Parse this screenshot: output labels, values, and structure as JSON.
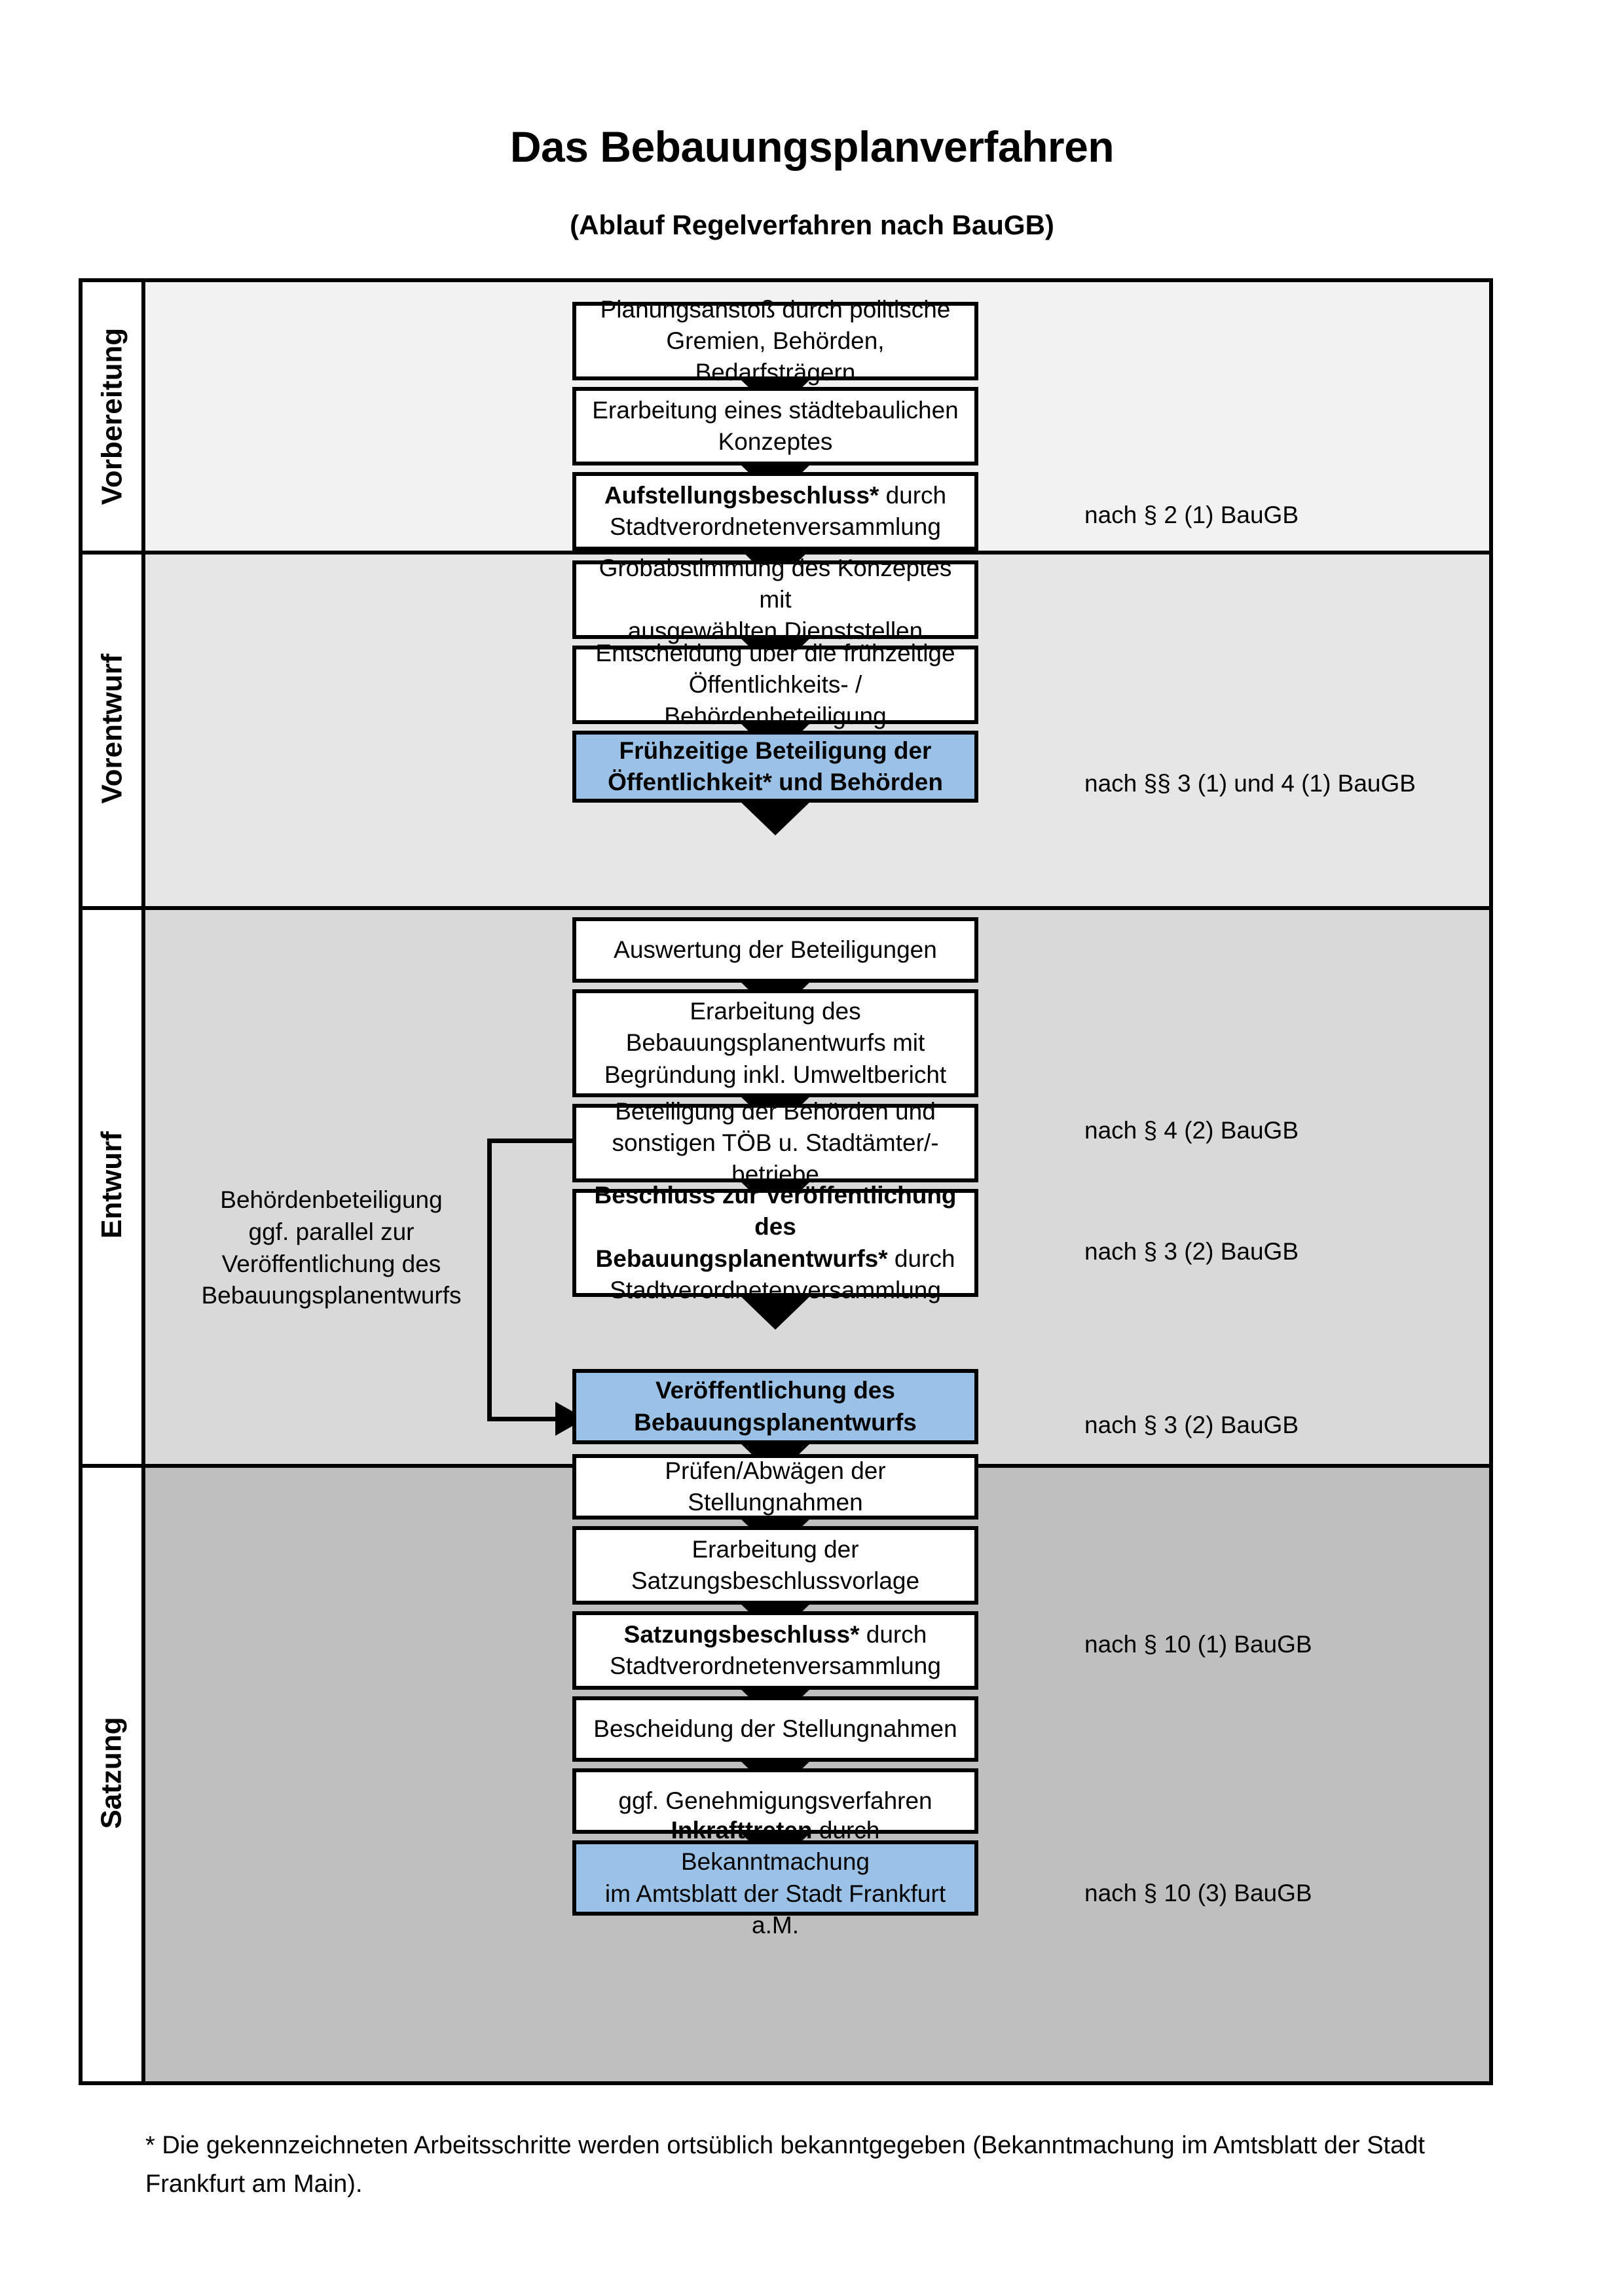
{
  "header": {
    "title": "Das Bebauungsplanverfahren",
    "subtitle": "(Ablauf Regelverfahren nach BauGB)"
  },
  "colors": {
    "highlight_blue": "#9BC2E6",
    "lane_vorbereitung_bg": "#F2F2F2",
    "lane_vorentwurf_bg": "#E6E6E6",
    "lane_entwurf_bg": "#D9D9D9",
    "lane_satzung_bg": "#BFBFBF",
    "box_fill": "#FFFFFF",
    "line": "#000000"
  },
  "lanes": [
    {
      "id": "vorbereitung",
      "label": "Vorbereitung"
    },
    {
      "id": "vorentwurf",
      "label": "Vorentwurf"
    },
    {
      "id": "entwurf",
      "label": "Entwurf"
    },
    {
      "id": "satzung",
      "label": "Satzung"
    }
  ],
  "steps": [
    {
      "id": "planungsanstoss",
      "lane": "vorbereitung",
      "highlight": false,
      "lines": [
        [
          {
            "t": "Planungsanstoß durch politische",
            "b": false
          }
        ],
        [
          {
            "t": "Gremien, Behörden, Bedarfsträgern",
            "b": false
          }
        ]
      ]
    },
    {
      "id": "staedtebauliches-konzept",
      "lane": "vorbereitung",
      "highlight": false,
      "lines": [
        [
          {
            "t": "Erarbeitung eines städtebaulichen",
            "b": false
          }
        ],
        [
          {
            "t": "Konzeptes",
            "b": false
          }
        ]
      ]
    },
    {
      "id": "aufstellungsbeschluss",
      "lane": "vorbereitung",
      "highlight": false,
      "lines": [
        [
          {
            "t": "Aufstellungsbeschluss*",
            "b": true
          },
          {
            "t": " durch",
            "b": false
          }
        ],
        [
          {
            "t": "Stadtverordnetenversammlung",
            "b": false
          }
        ]
      ]
    },
    {
      "id": "grobabstimmung",
      "lane": "vorentwurf",
      "highlight": false,
      "lines": [
        [
          {
            "t": "Grobabstimmung des Konzeptes mit",
            "b": false
          }
        ],
        [
          {
            "t": "ausgewählten Dienststellen",
            "b": false
          }
        ]
      ]
    },
    {
      "id": "entscheidung-fruehzeitige-beteiligung",
      "lane": "vorentwurf",
      "highlight": false,
      "lines": [
        [
          {
            "t": "Entscheidung über die frühzeitige",
            "b": false
          }
        ],
        [
          {
            "t": "Öffentlichkeits- / Behördenbeteiligung",
            "b": false
          }
        ]
      ]
    },
    {
      "id": "fruehzeitige-beteiligung",
      "lane": "vorentwurf",
      "highlight": true,
      "lines": [
        [
          {
            "t": "Frühzeitige Beteiligung der",
            "b": true
          }
        ],
        [
          {
            "t": "Öffentlichkeit* und Behörden",
            "b": true
          }
        ]
      ]
    },
    {
      "id": "auswertung-beteiligungen",
      "lane": "entwurf",
      "highlight": false,
      "lines": [
        [
          {
            "t": "Auswertung der Beteiligungen",
            "b": false
          }
        ]
      ]
    },
    {
      "id": "erarbeitung-bplanentwurf",
      "lane": "entwurf",
      "highlight": false,
      "lines": [
        [
          {
            "t": "Erarbeitung des",
            "b": false
          }
        ],
        [
          {
            "t": "Bebauungsplanentwurfs mit",
            "b": false
          }
        ],
        [
          {
            "t": "Begründung inkl. Umweltbericht",
            "b": false
          }
        ]
      ]
    },
    {
      "id": "beteiligung-behoerden-toeb",
      "lane": "entwurf",
      "highlight": false,
      "lines": [
        [
          {
            "t": "Beteiligung der Behörden und",
            "b": false
          }
        ],
        [
          {
            "t": "sonstigen TÖB u. Stadtämter/-betriebe",
            "b": false
          }
        ]
      ]
    },
    {
      "id": "beschluss-veroeffentlichung",
      "lane": "entwurf",
      "highlight": false,
      "lines": [
        [
          {
            "t": "Beschluss zur Veröffentlichung des",
            "b": true
          }
        ],
        [
          {
            "t": "Bebauungsplanentwurfs*",
            "b": true
          },
          {
            "t": " durch",
            "b": false
          }
        ],
        [
          {
            "t": "Stadtverordnetenversammlung",
            "b": false
          }
        ]
      ]
    },
    {
      "id": "veroeffentlichung-bplanentwurf",
      "lane": "entwurf",
      "highlight": true,
      "lines": [
        [
          {
            "t": "Veröffentlichung des",
            "b": true
          }
        ],
        [
          {
            "t": "Bebauungsplanentwurfs",
            "b": true
          }
        ]
      ]
    },
    {
      "id": "pruefen-abwaegen",
      "lane": "satzung",
      "highlight": false,
      "lines": [
        [
          {
            "t": "Prüfen/Abwägen der Stellungnahmen",
            "b": false
          }
        ]
      ]
    },
    {
      "id": "erarbeitung-satzungsbeschlussvorlage",
      "lane": "satzung",
      "highlight": false,
      "lines": [
        [
          {
            "t": "Erarbeitung der",
            "b": false
          }
        ],
        [
          {
            "t": "Satzungsbeschlussvorlage",
            "b": false
          }
        ]
      ]
    },
    {
      "id": "satzungsbeschluss",
      "lane": "satzung",
      "highlight": false,
      "lines": [
        [
          {
            "t": "Satzungsbeschluss*",
            "b": true
          },
          {
            "t": " durch",
            "b": false
          }
        ],
        [
          {
            "t": "Stadtverordnetenversammlung",
            "b": false
          }
        ]
      ]
    },
    {
      "id": "bescheidung-stellungnahmen",
      "lane": "satzung",
      "highlight": false,
      "lines": [
        [
          {
            "t": "Bescheidung der Stellungnahmen",
            "b": false
          }
        ]
      ]
    },
    {
      "id": "genehmigungsverfahren",
      "lane": "satzung",
      "highlight": false,
      "lines": [
        [
          {
            "t": "ggf. Genehmigungsverfahren",
            "b": false
          }
        ]
      ]
    },
    {
      "id": "inkrafttreten",
      "lane": "satzung",
      "highlight": true,
      "lines": [
        [
          {
            "t": "Inkrafttreten",
            "b": true
          },
          {
            "t": " durch Bekanntmachung",
            "b": false
          }
        ],
        [
          {
            "t": "im Amtsblatt der Stadt Frankfurt a.M.",
            "b": false
          }
        ]
      ]
    }
  ],
  "references": [
    {
      "id": "ref-par2-1",
      "text": "nach § 2 (1) BauGB"
    },
    {
      "id": "ref-par3-1-4-1",
      "text": "nach §§ 3 (1) und 4 (1) BauGB"
    },
    {
      "id": "ref-par4-2",
      "text": "nach § 4 (2) BauGB"
    },
    {
      "id": "ref-par3-2-a",
      "text": "nach § 3 (2) BauGB"
    },
    {
      "id": "ref-par3-2-b",
      "text": "nach § 3 (2) BauGB"
    },
    {
      "id": "ref-par10-1",
      "text": "nach § 10 (1) BauGB"
    },
    {
      "id": "ref-par10-3",
      "text": "nach § 10 (3) BauGB"
    }
  ],
  "sidenote": {
    "text": "Behördenbeteiligung\nggf. parallel zur\nVeröffentlichung des\nBebauungsplanentwurfs"
  },
  "footnote": {
    "text": "* Die gekennzeichneten Arbeitsschritte werden ortsüblich bekanntgegeben (Bekanntmachung im Amtsblatt  der Stadt Frankfurt am Main)."
  }
}
